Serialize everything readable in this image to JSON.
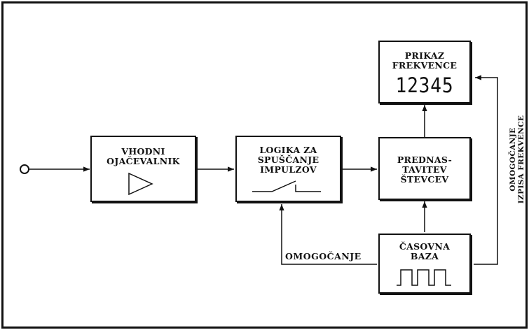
{
  "blocks": {
    "input_amplifier": {
      "line1": "VHODNI",
      "line2": "OJAČEVALNIK"
    },
    "gating_logic": {
      "line1": "LOGIKA ZA",
      "line2": "SPUŠČANJE",
      "line3": "IMPULZOV"
    },
    "counter_preset": {
      "line1": "PREDNAS-",
      "line2": "TAVITEV",
      "line3": "ŠTEVCEV"
    },
    "frequency_display": {
      "line1": "PRIKAZ",
      "line2": "FREKVENCE",
      "digits": "12345"
    },
    "time_base": {
      "line1": "ČASOVNA",
      "line2": "BAZA"
    }
  },
  "labels": {
    "enable": "OMOGOČANJE",
    "display_enable_line1": "OMOGOČANJE",
    "display_enable_line2": "IZPISA FREKVENCE"
  }
}
